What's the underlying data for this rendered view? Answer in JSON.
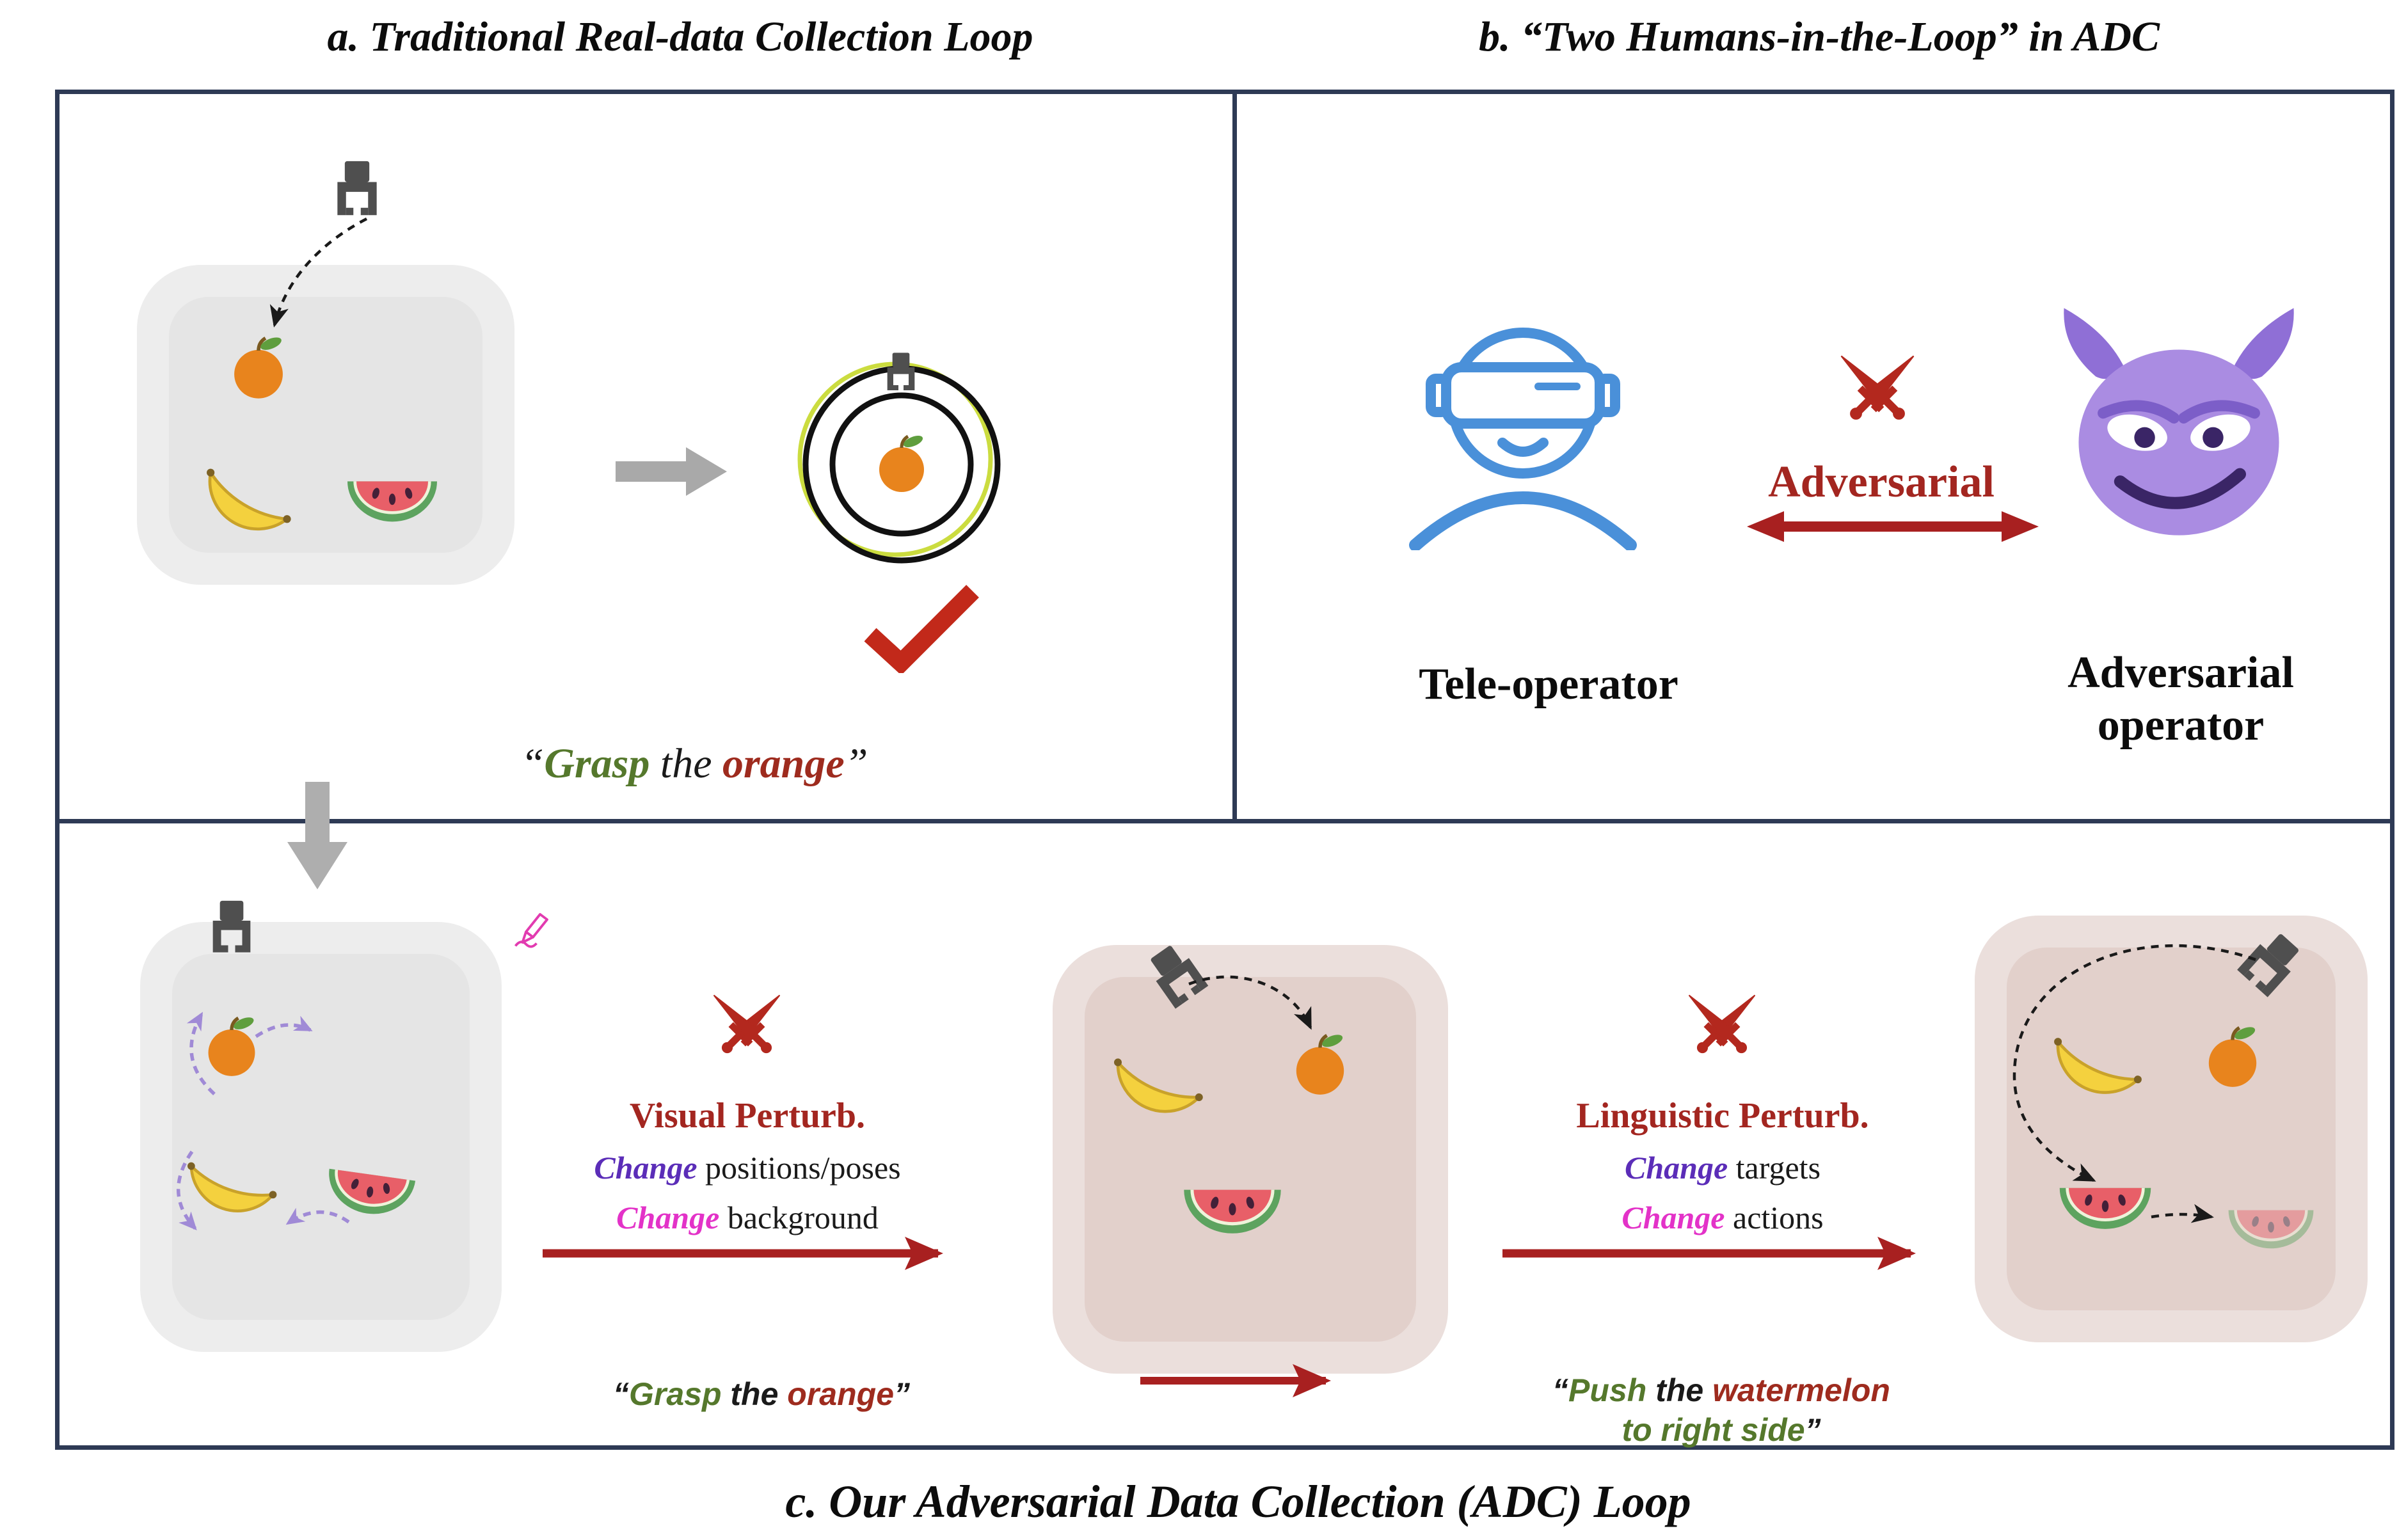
{
  "figure": {
    "panel_a_title": "a. Traditional Real-data Collection Loop",
    "panel_b_title": "b. “Two Humans-in-the-Loop” in ADC",
    "panel_c_title": "c. Our Adversarial Data Collection (ADC) Loop"
  },
  "panel_a": {
    "instruction": {
      "open_quote": "“",
      "verb": "Grasp",
      "connector": " the ",
      "object": "orange",
      "close_quote": "”"
    }
  },
  "panel_b": {
    "adversarial_label": "Adversarial",
    "tele_operator_label": "Tele-operator",
    "adversarial_operator_line1": "Adversarial",
    "adversarial_operator_line2": "operator"
  },
  "panel_c": {
    "visual_perturbation": {
      "title": "Visual Perturb.",
      "change1": "Change",
      "change1_rest": " positions/poses",
      "change2": "Change",
      "change2_rest": " background"
    },
    "linguistic_perturbation": {
      "title": "Linguistic Perturb.",
      "change1": "Change",
      "change1_rest": " targets",
      "change2": "Change",
      "change2_rest": " actions"
    },
    "grasp_instruction": {
      "open_quote": "“",
      "verb": "Grasp",
      "connector": " the ",
      "object": "orange",
      "close_quote": "”"
    },
    "push_instruction": {
      "open_quote": "“",
      "verb": "Push",
      "connector": " the ",
      "object": "watermelon",
      "line2": "to right side",
      "close_quote": "”"
    }
  },
  "colors": {
    "frame_navy": "#2e3a55",
    "verb_green": "#55782c",
    "object_red": "#9e2b1e",
    "perturb_red": "#a32620",
    "change_purple": "#5b2db8",
    "change_magenta": "#e332c8",
    "arrow_red": "#a82020",
    "arrow_gray": "#a9a9a9",
    "teleoperator_blue": "#4a90d9",
    "devil_purple": "#aa8ce2",
    "orange_fruit": "#e8841d",
    "banana_yellow": "#f4d13e",
    "watermelon_red": "#e85f68",
    "watermelon_green": "#5da35f"
  },
  "icons": {
    "gripper": "robot-gripper-icon",
    "orange": "orange-fruit-icon",
    "banana": "banana-icon",
    "watermelon": "watermelon-slice-icon",
    "crossed_swords": "adversarial-swords-icon",
    "vr_person": "vr-teleoperator-icon",
    "devil": "devil-emoji-icon",
    "pencil": "pencil-edit-icon",
    "checkmark": "success-checkmark-icon",
    "target": "grasp-target-icon"
  }
}
